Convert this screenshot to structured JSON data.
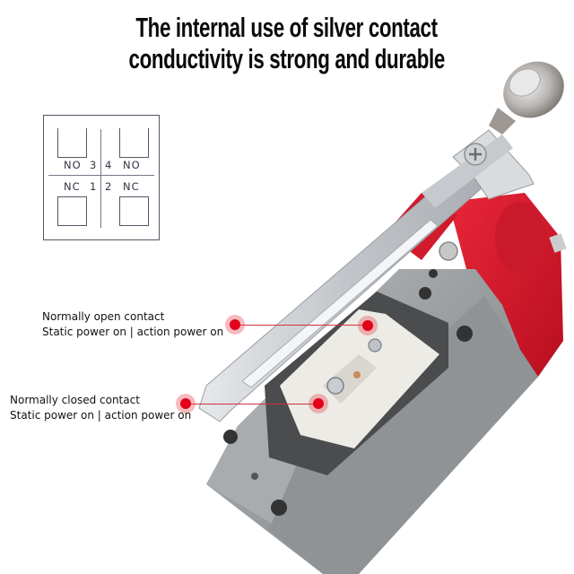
{
  "headline": {
    "line1": "The internal use of silver contact",
    "line2": "conductivity is strong and durable"
  },
  "contact_diagram": {
    "top_left": {
      "label": "NO",
      "number": "3"
    },
    "top_right": {
      "label": "NO",
      "number": "4"
    },
    "bottom_left": {
      "label": "NC",
      "number": "1"
    },
    "bottom_right": {
      "label": "NC",
      "number": "2"
    }
  },
  "callouts": [
    {
      "title": "Normally open contact",
      "subtitle": "Static power on | action power on"
    },
    {
      "title": "Normally closed contact",
      "subtitle": "Static power on | action power on"
    }
  ],
  "colors": {
    "accent_red": "#e3001b",
    "body_gray": "#8e9294",
    "actuator_red": "#d8172a",
    "lever_silver": "#c9ccd0"
  },
  "product": {
    "name-icon": "limit-switch-roller-lever"
  }
}
